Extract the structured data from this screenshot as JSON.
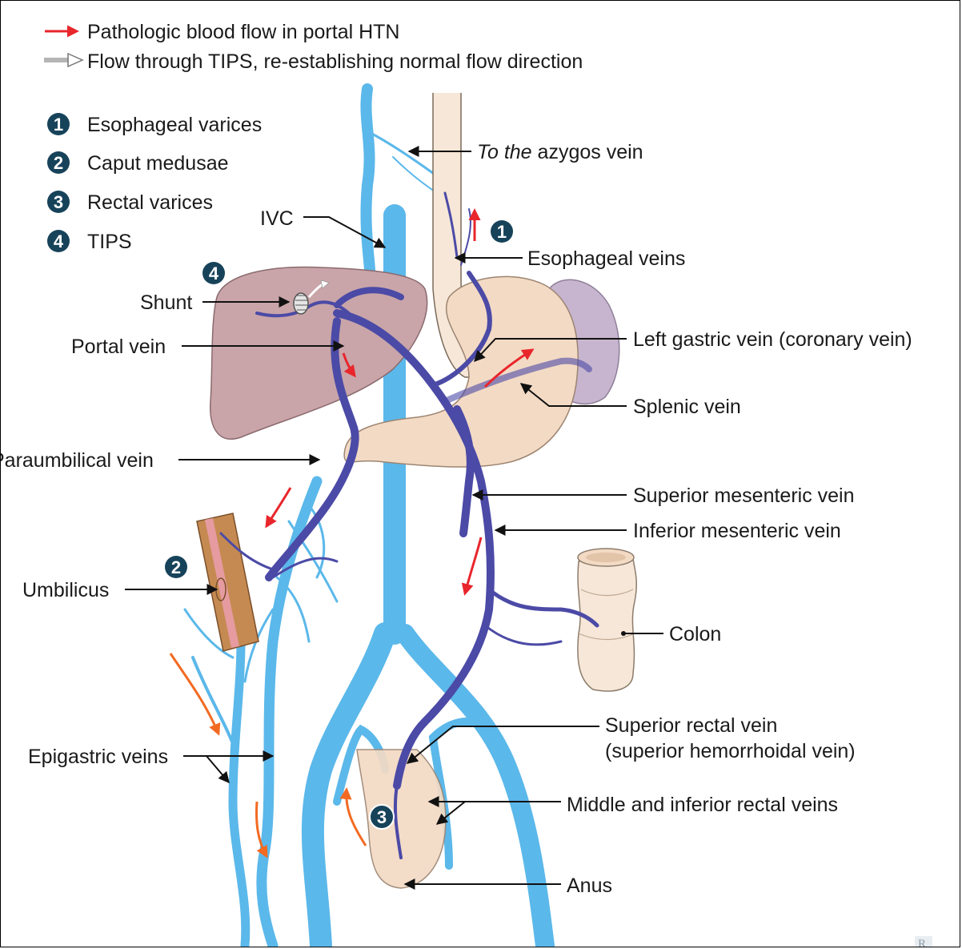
{
  "legend": {
    "red_arrow_text": "Pathologic blood flow in portal HTN",
    "gray_arrow_text": "Flow through TIPS, re-establishing normal flow direction"
  },
  "key_items": [
    {
      "marker": "1",
      "text": "Esophageal varices"
    },
    {
      "marker": "2",
      "text": "Caput medusae"
    },
    {
      "marker": "3",
      "text": "Rectal varices"
    },
    {
      "marker": "4",
      "text": "TIPS"
    }
  ],
  "labels": {
    "azygos_italic": "To the",
    "azygos_rest": "azygos vein",
    "ivc": "IVC",
    "esophageal_veins": "Esophageal veins",
    "shunt": "Shunt",
    "portal_vein": "Portal vein",
    "left_gastric": "Left gastric vein (coronary vein)",
    "splenic": "Splenic vein",
    "paraumbilical": "Paraumbilical vein",
    "sup_mesenteric": "Superior mesenteric vein",
    "inf_mesenteric": "Inferior mesenteric vein",
    "umbilicus": "Umbilicus",
    "colon": "Colon",
    "sup_rectal_1": "Superior rectal vein",
    "sup_rectal_2": "(superior hemorrhoidal vein)",
    "epigastric": "Epigastric veins",
    "mid_inf_rectal": "Middle and inferior rectal veins",
    "anus": "Anus"
  },
  "markers": {
    "esophageal": "1",
    "caput": "2",
    "rectal": "3",
    "tips": "4"
  },
  "watermark": "R",
  "colors": {
    "systemic_vein": "#5bb8ea",
    "portal_vein": "#4b4aa6",
    "pathologic_arrow": "#e8262c",
    "collateral_arrow": "#f26a22",
    "tips_arrow": "#9a9a9a",
    "marker_fill": "#17435a",
    "liver": "#c9a5a9",
    "stomach": "#f3dac4",
    "spleen": "#c7b5cf"
  }
}
